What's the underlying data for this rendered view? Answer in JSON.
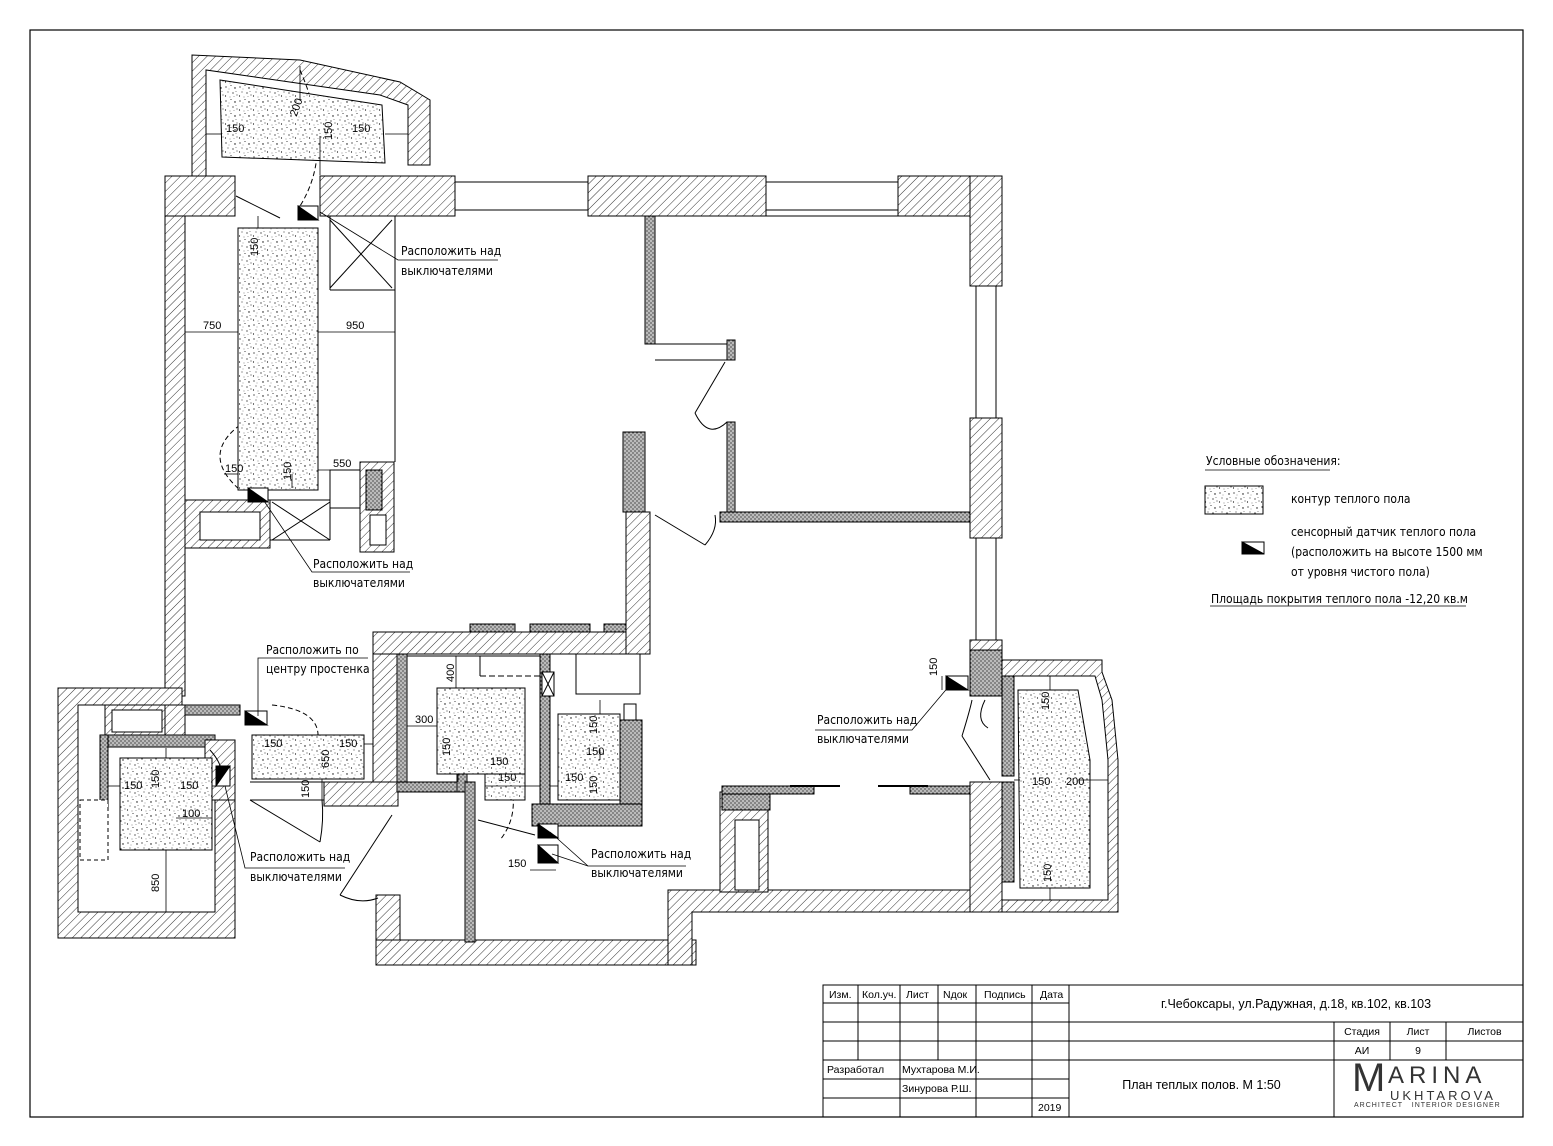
{
  "notes": {
    "above_switches": "Расположить над",
    "switches": "выключателями",
    "center_wall_1": "Расположить по",
    "center_wall_2": "центру простенка"
  },
  "dimensions": {
    "d150": "150",
    "d200": "200",
    "d750": "750",
    "d950": "950",
    "d550": "550",
    "d400": "400",
    "d300": "300",
    "d100": "100",
    "d850": "850",
    "d650": "650"
  },
  "legend": {
    "title": "Условные обозначения:",
    "warm_floor": "контур теплого пола",
    "sensor_1": "сенсорный датчик теплого пола",
    "sensor_2": "(расположить на высоте 1500 мм",
    "sensor_3": "от уровня чистого пола)",
    "area": "Площадь покрытия теплого пола -12,20 кв.м"
  },
  "title_block": {
    "headers": [
      "Изм.",
      "Кол.уч.",
      "Лист",
      "Nдок",
      "Подпись",
      "Дата"
    ],
    "address": "г.Чебоксары, ул.Радужная, д.18, кв.102, кв.103",
    "stage_label": "Стадия",
    "sheet_label": "Лист",
    "sheets_label": "Листов",
    "stage_value": "АИ",
    "sheet_value": "9",
    "developed_label": "Разработал",
    "author_1": "Мухтарова М.И.",
    "author_2": "Зинурова Р.Ш.",
    "year": "2019",
    "drawing_title": "План теплых полов. М 1:50",
    "logo_main_m": "M",
    "logo_main_rest": "ARINA",
    "logo_sub": "UKHTAROVA",
    "logo_tagline": "ARCHITECT   INTERIOR DESIGNER"
  }
}
